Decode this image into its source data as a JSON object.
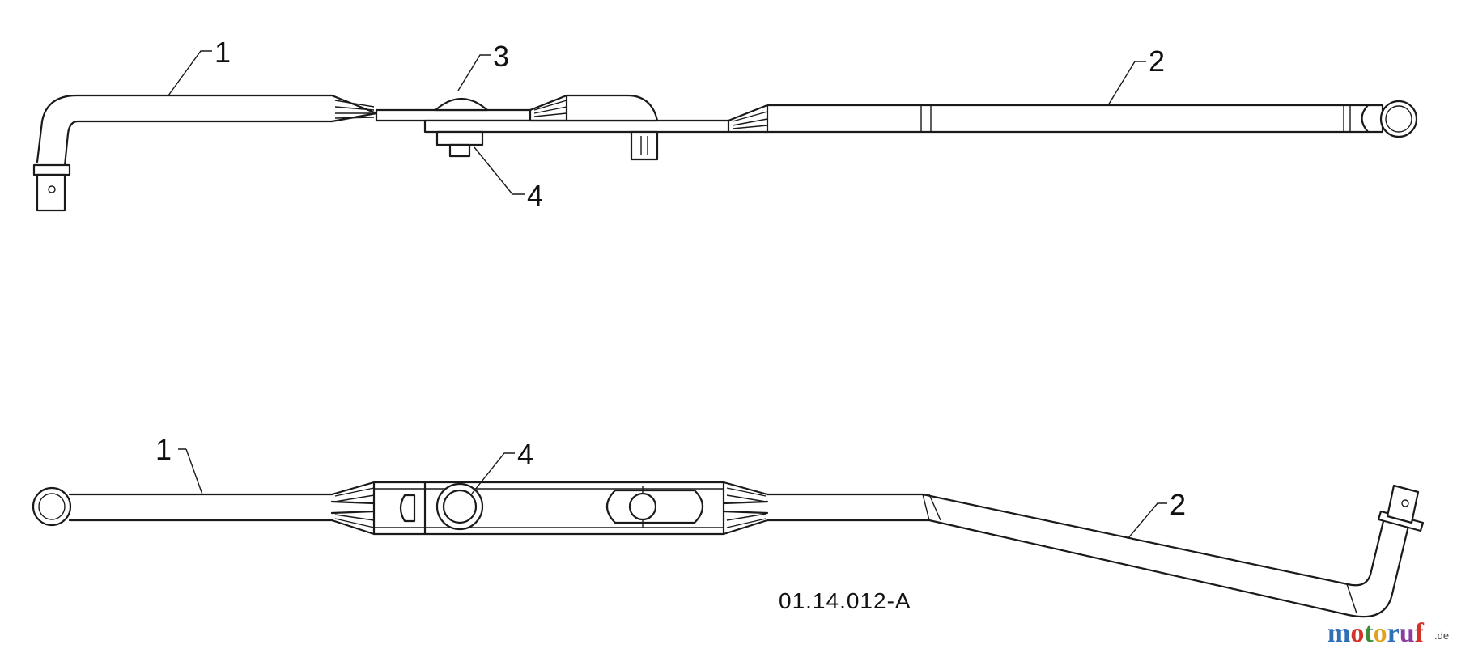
{
  "callouts": {
    "top_1": "1",
    "top_2": "2",
    "top_3": "3",
    "top_4": "4",
    "bottom_1": "1",
    "bottom_2": "2",
    "bottom_4": "4"
  },
  "drawing_code": "01.14.012-A",
  "watermark": {
    "letters": [
      "m",
      "o",
      "t",
      "o",
      "r",
      "u",
      "f"
    ],
    "colors": [
      "#2e6fb5",
      "#d2342a",
      "#3b8f3a",
      "#e2a21b",
      "#2e6fb5",
      "#8a3fa0",
      "#d2342a"
    ],
    "suffix": ".de"
  }
}
